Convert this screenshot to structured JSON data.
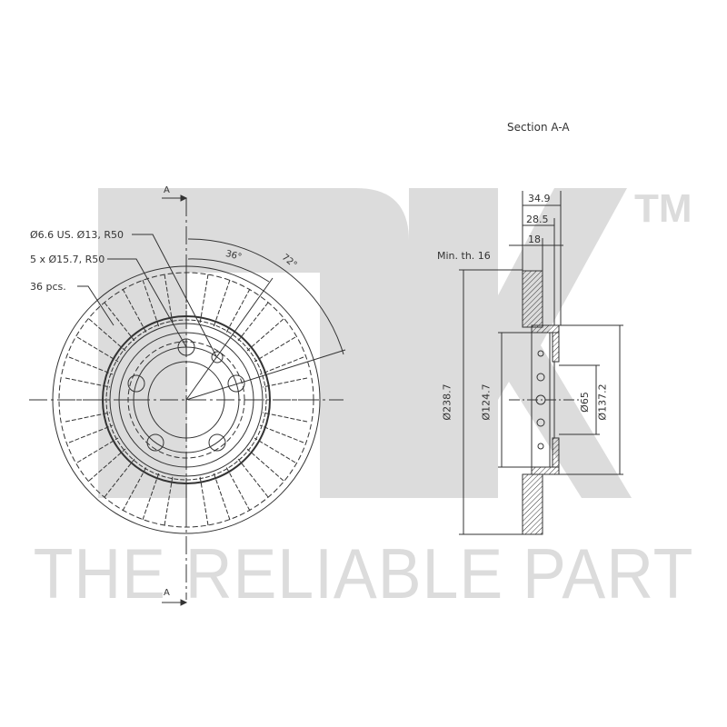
{
  "section_title": "Section A-A",
  "brand": {
    "logo_text": "NK",
    "trademark": "TM",
    "tagline": "THE RELIABLE PART",
    "watermark_color": "#dcdcdc"
  },
  "front_view": {
    "section_marker_top": "A",
    "section_marker_bottom": "A",
    "callouts": [
      {
        "text": "Ø6.6 US. Ø13, R50"
      },
      {
        "text": "5 x Ø15.7, R50"
      },
      {
        "text": "36 pcs."
      }
    ],
    "angles": [
      {
        "text": "36°"
      },
      {
        "text": "72°"
      }
    ]
  },
  "section_view": {
    "widths": [
      {
        "text": "34.9"
      },
      {
        "text": "28.5"
      },
      {
        "text": "18"
      }
    ],
    "min_thickness": "Min. th. 16",
    "diameters": [
      {
        "text": "Ø238.7"
      },
      {
        "text": "Ø124.7"
      },
      {
        "text": "Ø65"
      },
      {
        "text": "Ø137.2"
      }
    ]
  },
  "colors": {
    "line": "#333333",
    "watermark": "#dcdcdc",
    "background": "#ffffff"
  }
}
